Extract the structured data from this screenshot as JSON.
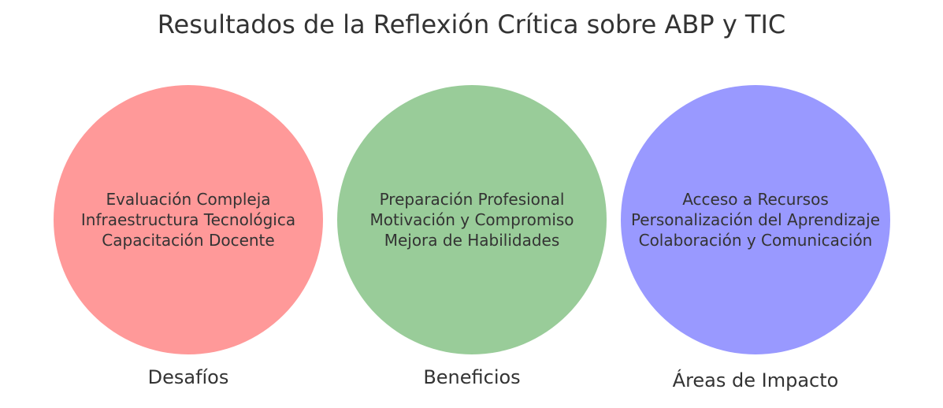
{
  "title": "Resultados de la Reflexión Crítica sobre ABP y TIC",
  "circles": [
    {
      "label": "Desafíos",
      "color": "#ff9999",
      "items": [
        "Evaluación Compleja",
        "Infraestructura Tecnológica",
        "Capacitación Docente"
      ]
    },
    {
      "label": "Beneficios",
      "color": "#99cc99",
      "items": [
        "Preparación Profesional",
        "Motivación y Compromiso",
        "Mejora de Habilidades"
      ]
    },
    {
      "label": "Áreas de Impacto",
      "color": "#9999ff",
      "items": [
        "Acceso a Recursos",
        "Personalización del Aprendizaje",
        "Colaboración y Comunicación"
      ]
    }
  ]
}
